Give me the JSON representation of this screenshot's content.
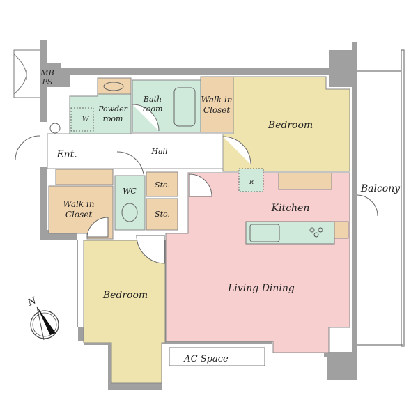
{
  "colors": {
    "wall": "#a0a0a0",
    "bedroom": "#efe4ad",
    "living": "#f7cfcf",
    "wet": "#cfeadb",
    "closet": "#efd3ac",
    "line": "#555555"
  },
  "rooms": {
    "mb_ps": [
      "MB",
      "PS"
    ],
    "powder_room": [
      "Powder",
      "room"
    ],
    "washer": "W",
    "bath_room": [
      "Bath",
      "room"
    ],
    "walk_in_closet_1": [
      "Walk in",
      "Closet"
    ],
    "bedroom_1": "Bedroom",
    "entrance": "Ent.",
    "hall": "Hall",
    "wc": "WC",
    "storage_1": "Sto.",
    "storage_2": "Sto.",
    "refrigerator": "R",
    "kitchen": "Kitchen",
    "balcony": "Balcony",
    "walk_in_closet_2": [
      "Walk in",
      "Closet"
    ],
    "living_dining": "Living Dining",
    "bedroom_2": "Bedroom",
    "ac_space": "AC Space"
  },
  "compass": {
    "label": "N"
  }
}
